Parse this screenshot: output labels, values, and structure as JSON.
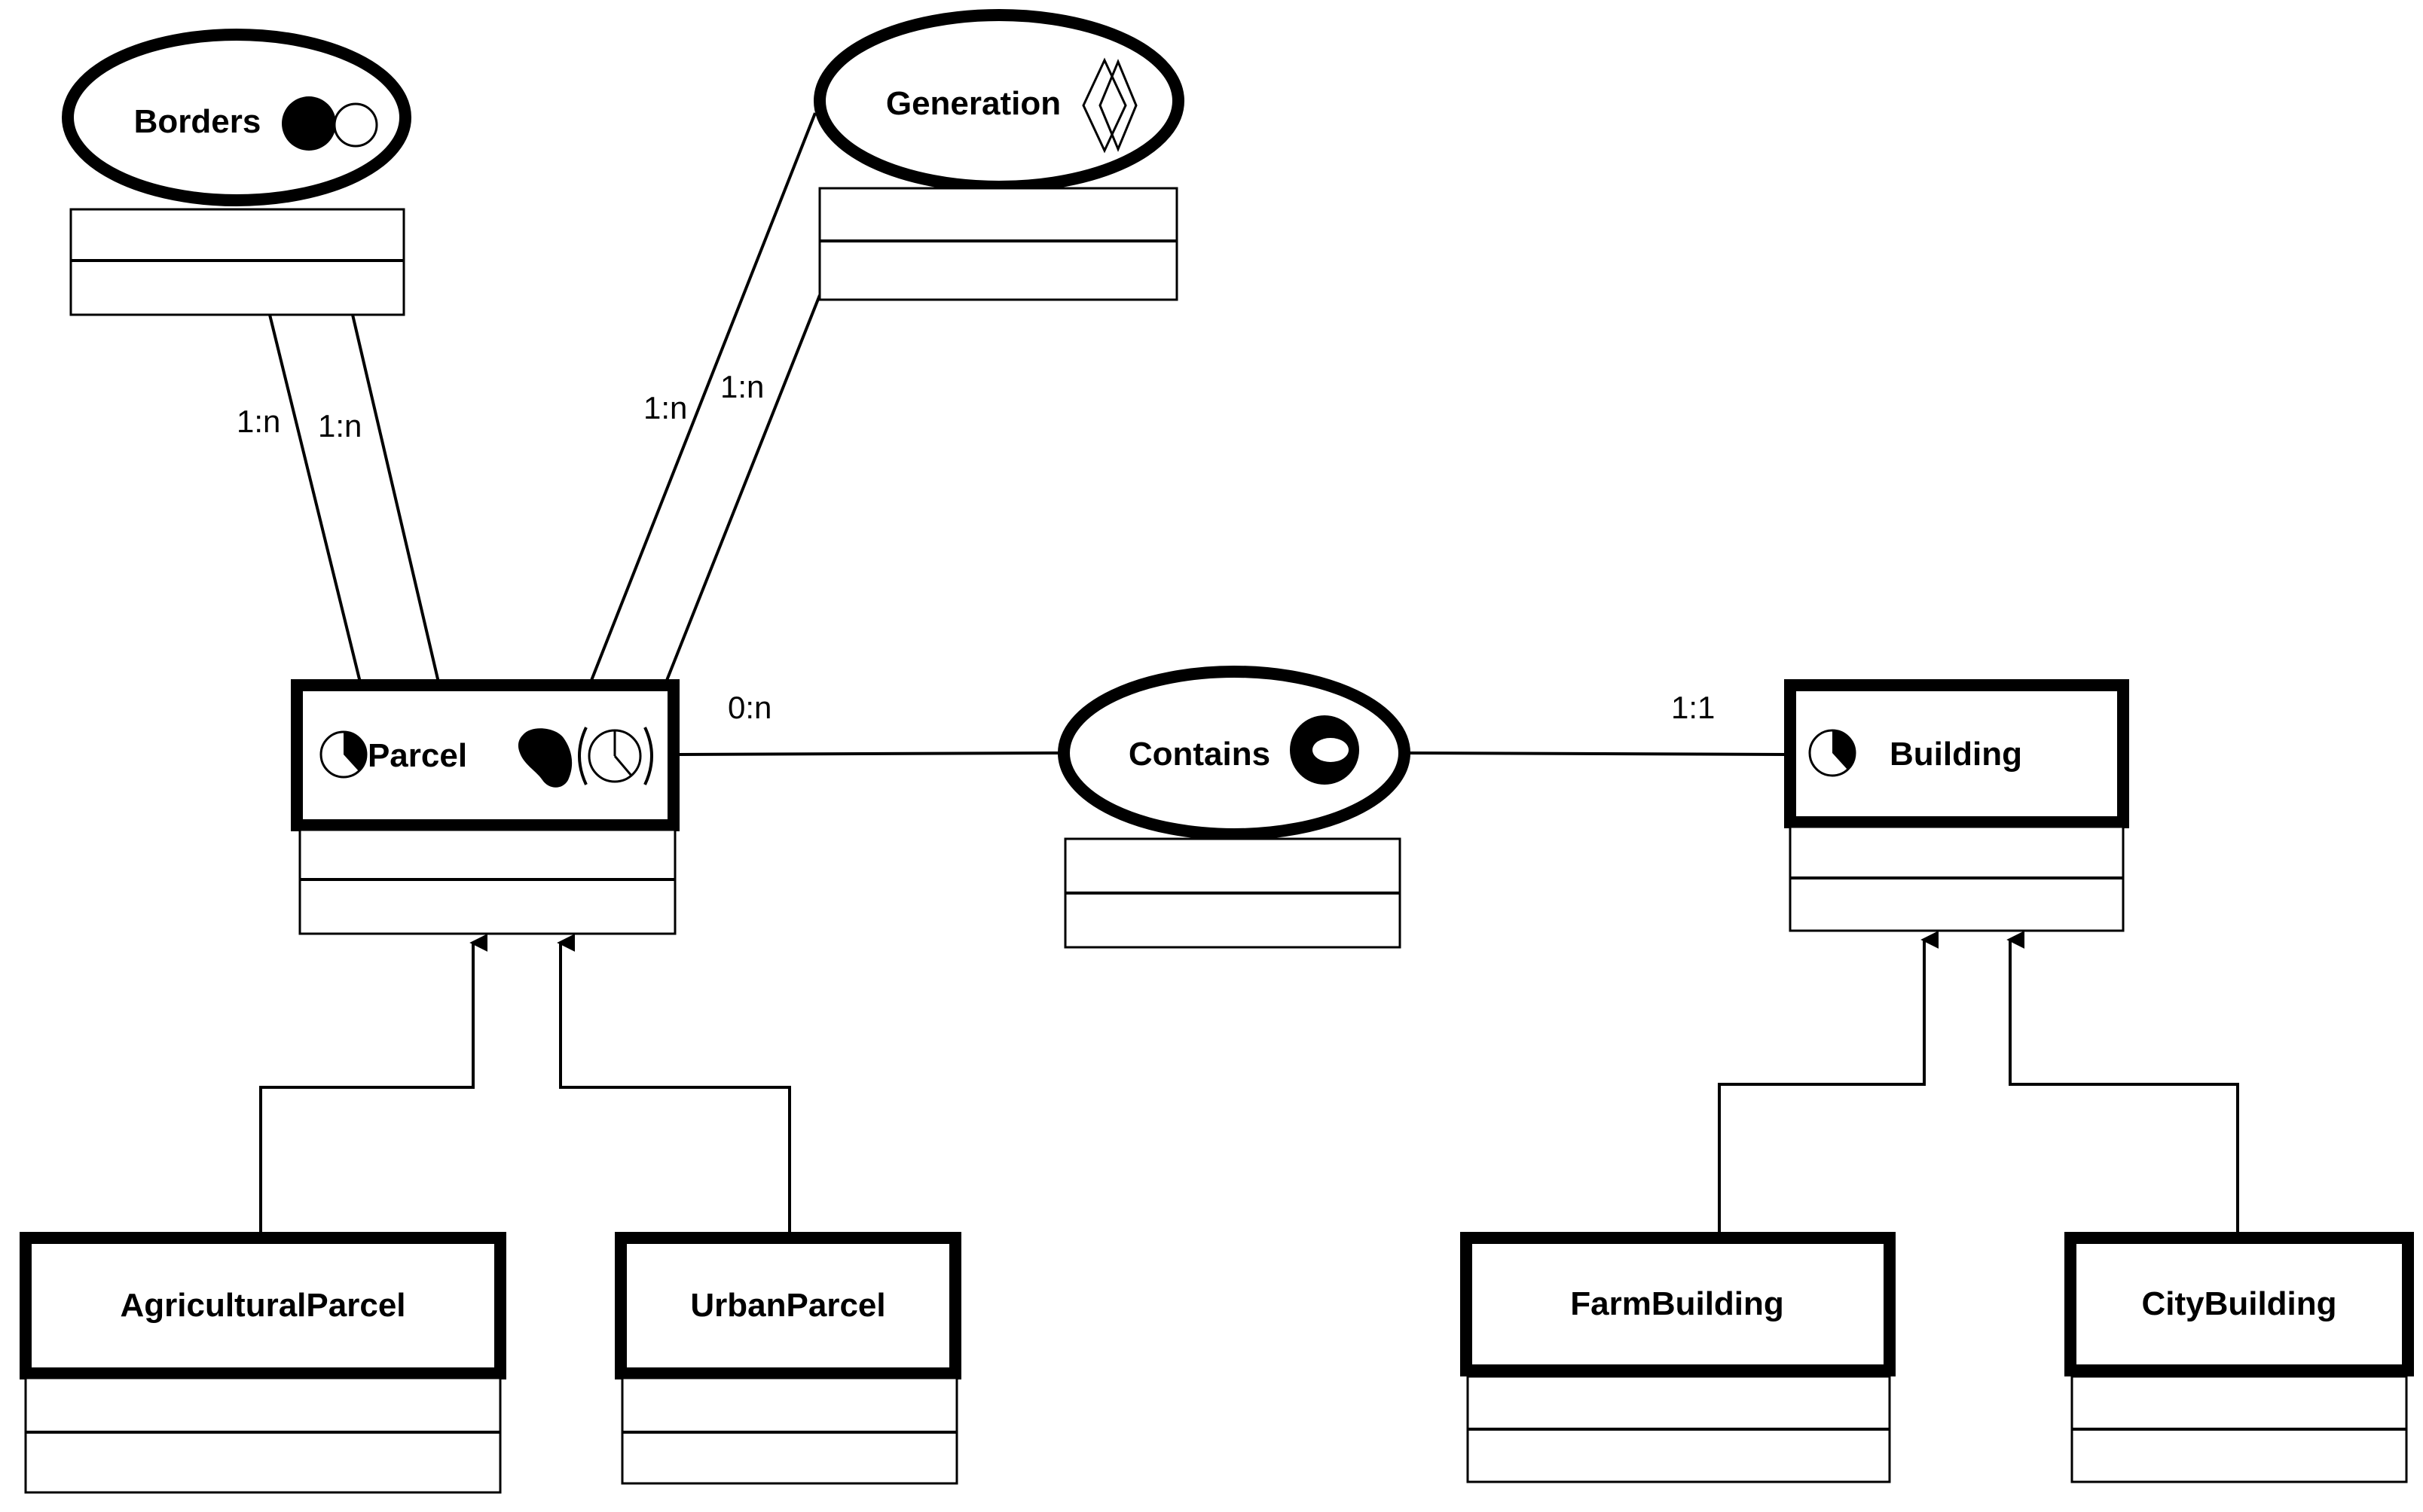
{
  "relationships": {
    "borders": {
      "name": "Borders",
      "icon": "topological-disjoint-icon"
    },
    "generation": {
      "name": "Generation",
      "icon": "double-diamond-icon"
    },
    "contains": {
      "name": "Contains",
      "icon": "topological-inside-icon"
    }
  },
  "classes": {
    "parcel": {
      "name": "Parcel",
      "icons": [
        "temporal-pie-icon",
        "spatial-surface-icon",
        "temporal-pie-in-parentheses-icon"
      ]
    },
    "building": {
      "name": "Building",
      "icons": [
        "temporal-pie-icon"
      ]
    },
    "agricultural_parcel": {
      "name": "AgriculturalParcel"
    },
    "urban_parcel": {
      "name": "UrbanParcel"
    },
    "farm_building": {
      "name": "FarmBuilding"
    },
    "city_building": {
      "name": "CityBuilding"
    }
  },
  "cardinalities": {
    "borders_left": "1:n",
    "borders_right": "1:n",
    "generation_left": "1:n",
    "generation_right": "1:n",
    "contains_parcel": "0:n",
    "contains_building": "1:1"
  }
}
